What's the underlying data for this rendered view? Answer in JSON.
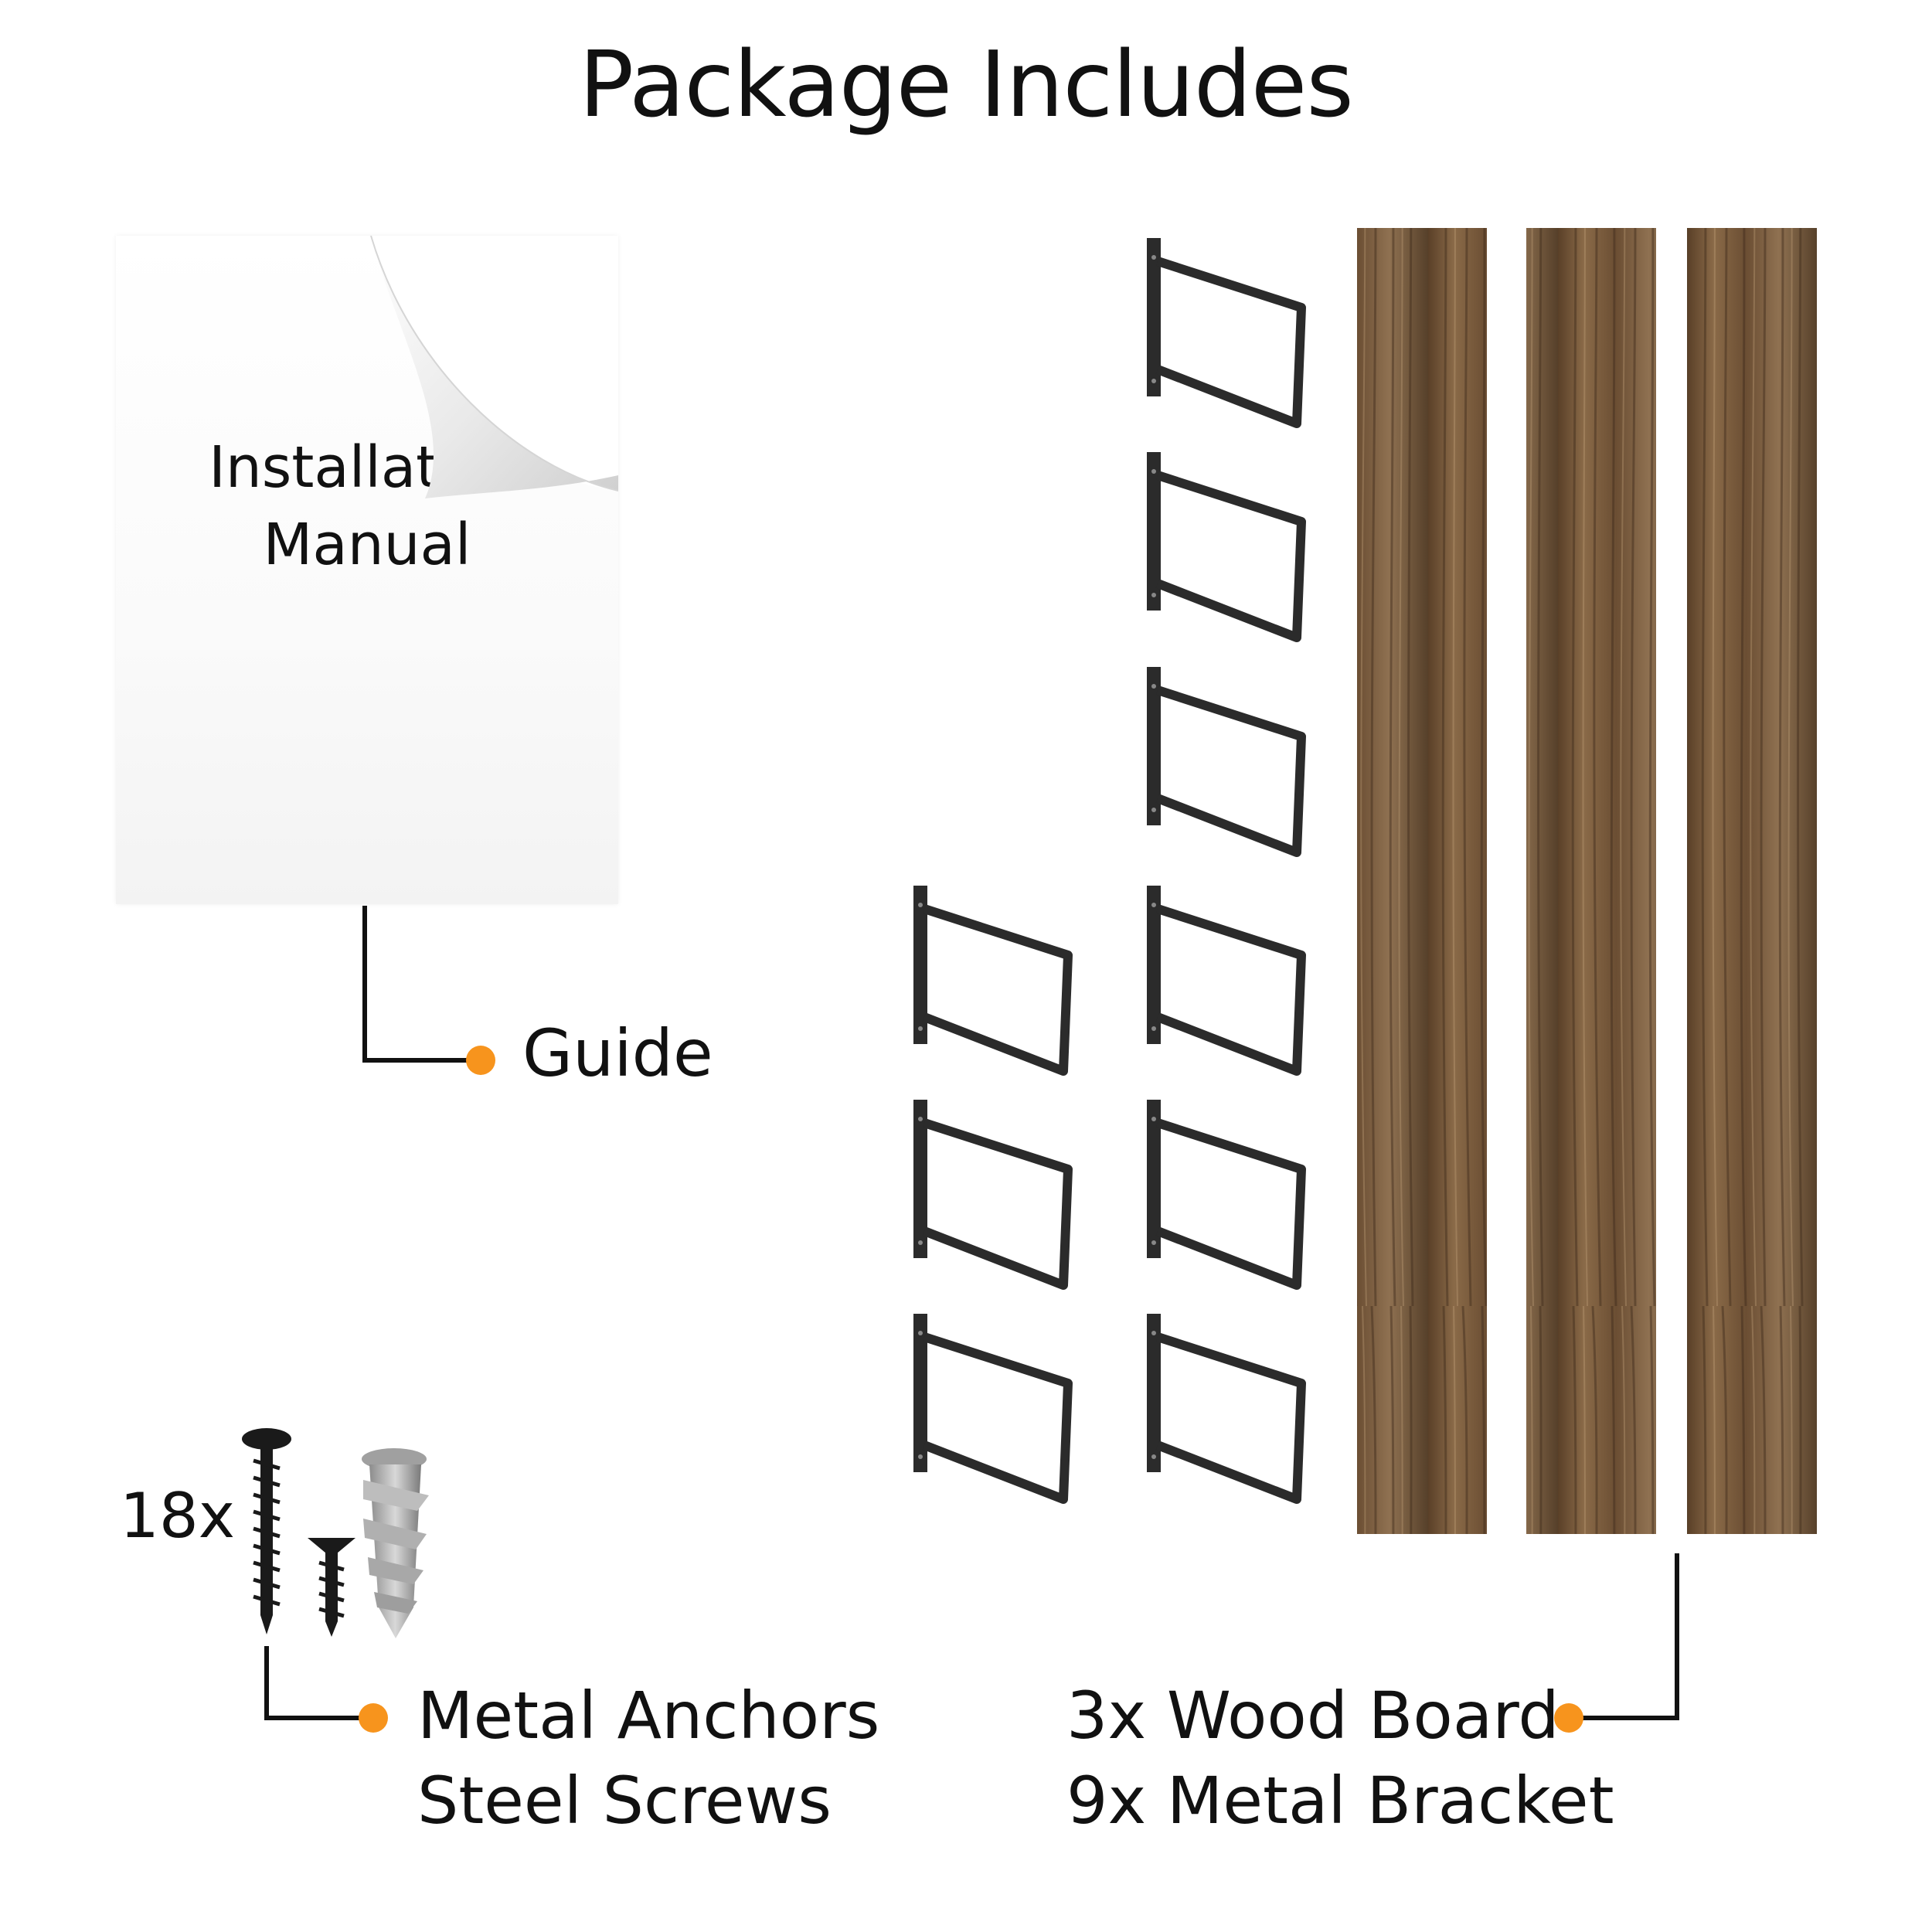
{
  "title": "Package Includes",
  "manual": {
    "line1": "Installation",
    "line2": "Manual"
  },
  "guide_label": "Guide",
  "hardware": {
    "count": "18x",
    "label_line1": "Metal Anchors",
    "label_line2": "Steel Screws"
  },
  "shelves": {
    "label_line1": "3x Wood Board",
    "label_line2": "9x Metal Bracket"
  },
  "colors": {
    "accent_dot": "#f7941d",
    "wood": "#6e5236",
    "bracket": "#2b2b2b"
  }
}
